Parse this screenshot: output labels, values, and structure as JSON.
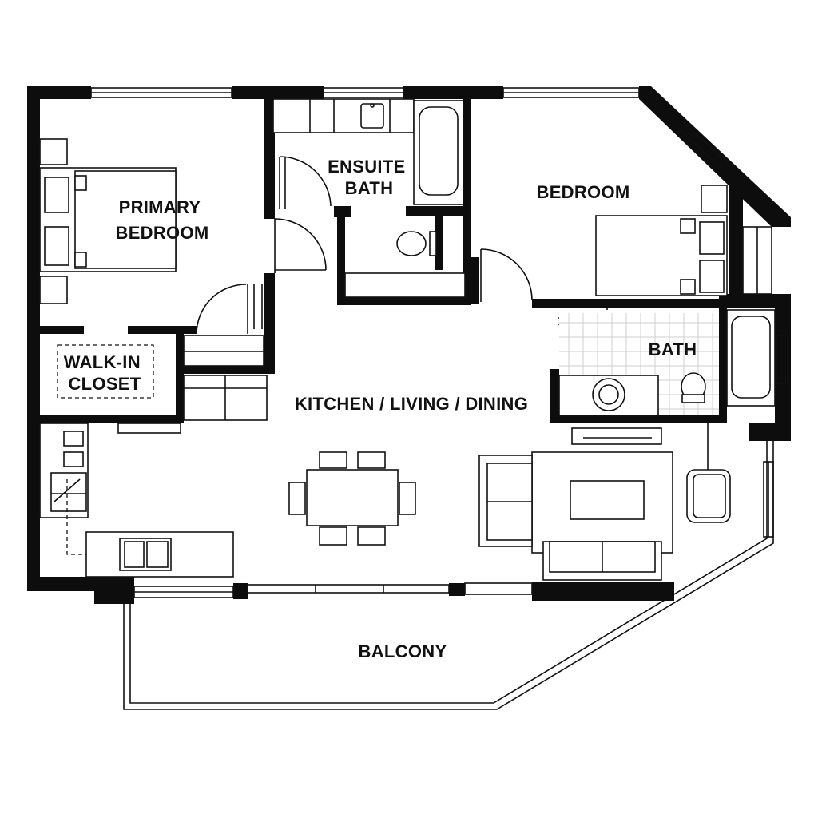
{
  "plan": {
    "rooms": [
      {
        "id": "primary_bedroom",
        "lines": [
          "PRIMARY",
          "BEDROOM"
        ]
      },
      {
        "id": "ensuite_bath",
        "lines": [
          "ENSUITE",
          "BATH"
        ]
      },
      {
        "id": "bedroom",
        "lines": [
          "BEDROOM"
        ]
      },
      {
        "id": "walk_in_closet",
        "lines": [
          "WALK-IN",
          "CLOSET"
        ]
      },
      {
        "id": "bath",
        "lines": [
          "BATH"
        ]
      },
      {
        "id": "kitchen_living_dining",
        "lines": [
          "KITCHEN / LIVING / DINING"
        ]
      },
      {
        "id": "balcony",
        "lines": [
          "BALCONY"
        ]
      }
    ]
  },
  "colors": {
    "wall": "#0d0d0d",
    "line": "#111111",
    "background": "#ffffff",
    "tile": "#cfcfcf"
  }
}
